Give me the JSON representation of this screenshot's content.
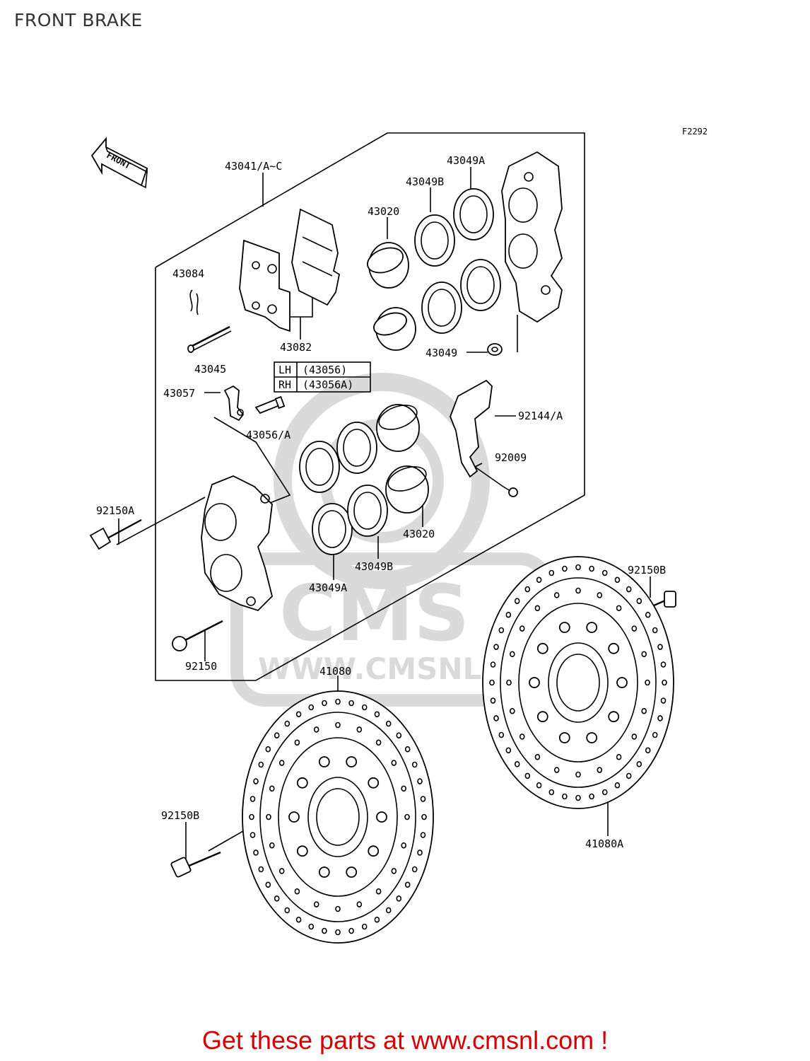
{
  "title": "FRONT BRAKE",
  "figure_code": "F2292",
  "front_arrow": "FRONT",
  "watermark": {
    "brand": "CMS",
    "url": "WWW.CMSNL.COM"
  },
  "footer": "Get these parts at www.cmsnl.com !",
  "table": {
    "rows": [
      {
        "side": "LH",
        "part": "(43056)"
      },
      {
        "side": "RH",
        "part": "(43056A)"
      }
    ]
  },
  "labels": {
    "p43041": "43041/A~C",
    "p43049a_top": "43049A",
    "p43049b_top": "43049B",
    "p43020_top": "43020",
    "p43084": "43084",
    "p43082": "43082",
    "p43045": "43045",
    "p43049": "43049",
    "p43057": "43057",
    "p43056a": "43056/A",
    "p92144": "92144/A",
    "p92009": "92009",
    "p92150a": "92150A",
    "p43020_bot": "43020",
    "p43049b_bot": "43049B",
    "p43049a_bot": "43049A",
    "p92150b_right": "92150B",
    "p92150": "92150",
    "p41080": "41080",
    "p92150b_left": "92150B",
    "p41080a": "41080A"
  },
  "colors": {
    "footer": "#d40000",
    "watermark": "#d8d8d8",
    "ink": "#000000"
  }
}
